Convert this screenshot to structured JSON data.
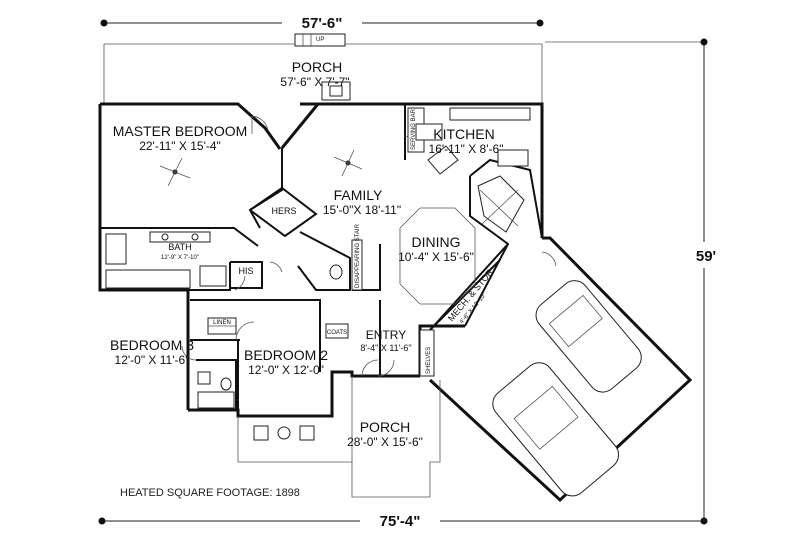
{
  "dimensions": {
    "top_width": "57'-6\"",
    "bottom_width": "75'-4\"",
    "right_depth": "59'"
  },
  "heated_footage": "HEATED SQUARE FOOTAGE: 1898",
  "rooms": {
    "porch_top": {
      "name": "PORCH",
      "size": "57'-6\" X 7'-7\""
    },
    "master": {
      "name": "MASTER BEDROOM",
      "size": "22'-11\" X 15'-4\""
    },
    "family": {
      "name": "FAMILY",
      "size": "15'-0\"X 18'-11\""
    },
    "kitchen": {
      "name": "KITCHEN",
      "size": "16'-11\" X 8'-6\""
    },
    "dining": {
      "name": "DINING",
      "size": "10'-4\" X 15'-6\""
    },
    "bath": {
      "name": "BATH",
      "size": "12'-9\" X 7'-10\""
    },
    "hers": {
      "name": "HERS"
    },
    "his": {
      "name": "HIS"
    },
    "bedroom3": {
      "name": "BEDROOM 3",
      "size": "12'-0\" X 11'-6\""
    },
    "bedroom2": {
      "name": "BEDROOM 2",
      "size": "12'-0\" X 12'-0\""
    },
    "entry": {
      "name": "ENTRY",
      "size": "8'-4\" X 11'-6\""
    },
    "porch_bottom": {
      "name": "PORCH",
      "size": "28'-0\" X 15'-6\""
    },
    "mech": {
      "name": "MECH. & STOR.",
      "size": "4'-6\" X 12'-10\""
    }
  },
  "small_labels": {
    "linen": "LINEN",
    "coats": "COATS",
    "shelves": "SHELVES",
    "serving_bar": "SERVING BAR",
    "up": "UP",
    "disappearing_stair": "DISAPPEARING STAIR"
  }
}
